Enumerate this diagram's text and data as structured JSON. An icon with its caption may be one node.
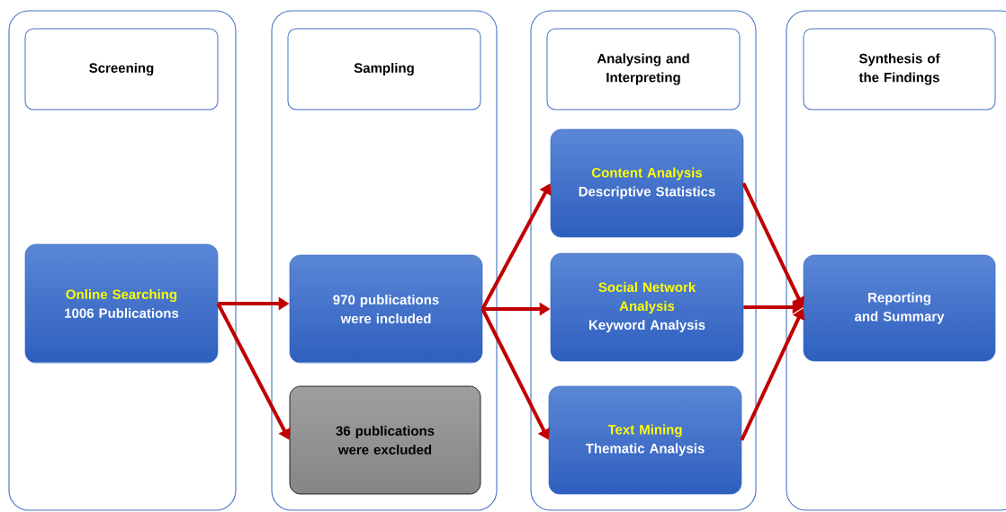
{
  "diagram": {
    "nodes": [
      {
        "text": [],
        "shape": "box"
      },
      {
        "text": [
          "Screening"
        ],
        "in": 0
      },
      {
        "text": [
          "Online Searching",
          "1006 Publications"
        ],
        "in": 0
      },
      {
        "text": [],
        "shape": "box"
      },
      {
        "text": [
          "Sampling"
        ],
        "in": 3
      },
      {
        "text": [
          "970 publications were included"
        ],
        "in": 3
      },
      {
        "text": [
          "36 publications were excluded"
        ],
        "in": 3
      },
      {
        "text": [],
        "shape": "box"
      },
      {
        "text": [
          "Analysing and Interpreting"
        ],
        "in": 7
      },
      {
        "text": [
          "Content Analysis",
          "Descriptive Statistics"
        ],
        "in": 7
      },
      {
        "text": [
          "Social Network Analysis",
          "Keyword Analysis"
        ],
        "in": 7
      },
      {
        "text": [
          "Text Mining",
          "Thematic Analysis"
        ],
        "in": 7
      },
      {
        "text": [],
        "shape": "box"
      },
      {
        "text": [
          "Synthesis of the Findings"
        ],
        "in": 12
      },
      {
        "text": [
          "Reporting and Summary"
        ],
        "in": 12
      }
    ],
    "edges": [
      {
        "from": 2,
        "to": 5,
        "arrow": "to"
      },
      {
        "from": 2,
        "to": 6,
        "arrow": "to"
      },
      {
        "from": 5,
        "to": 9,
        "arrow": "to"
      },
      {
        "from": 5,
        "to": 10,
        "arrow": "to"
      },
      {
        "from": 5,
        "to": 11,
        "arrow": "to"
      },
      {
        "from": 9,
        "to": 14,
        "arrow": "to"
      },
      {
        "from": 10,
        "to": 14,
        "arrow": "to"
      },
      {
        "from": 11,
        "to": 14,
        "arrow": "to"
      }
    ]
  }
}
